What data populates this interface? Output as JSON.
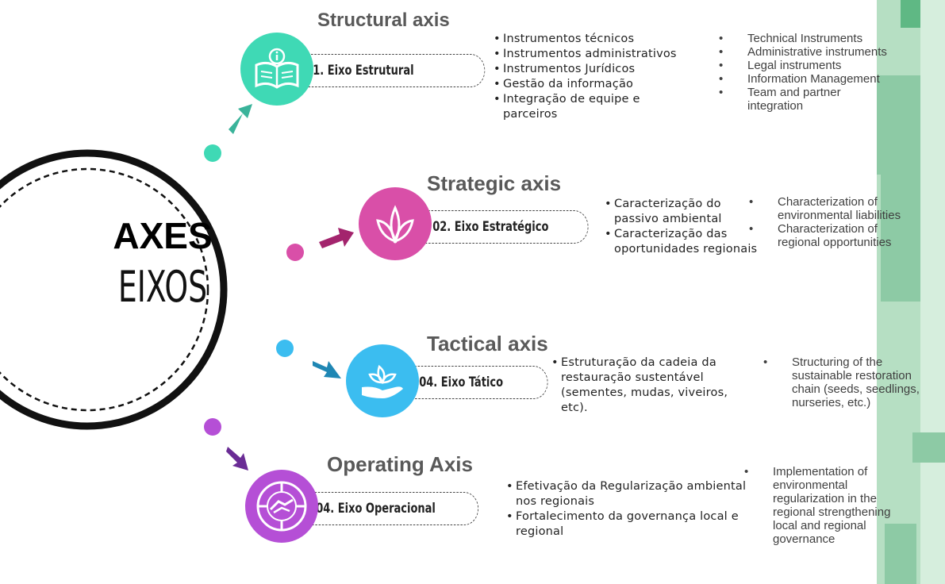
{
  "center": {
    "title_en": "AXES",
    "title_pt": "EIXOS"
  },
  "axes": [
    {
      "title_en": "Structural axis",
      "pill_label": "01. Eixo Estrutural",
      "color": "#3fd9b5",
      "icon": "book-info-icon",
      "items_pt": [
        "Instrumentos técnicos",
        "Instrumentos administrativos",
        "Instrumentos Jurídicos",
        "Gestão da informação",
        "Integração de equipe e parceiros"
      ],
      "items_en": [
        "Technical Instruments",
        "Administrative instruments",
        "Legal instruments",
        "Information Management",
        "Team and partner integration"
      ]
    },
    {
      "title_en": "Strategic axis",
      "pill_label": "02. Eixo Estratégico",
      "color": "#d94fa8",
      "icon": "leaves-icon",
      "items_pt": [
        "Caracterização do passivo ambiental",
        "Caracterização das oportunidades regionais"
      ],
      "items_en": [
        "Characterization of environmental liabilities",
        "Characterization of regional opportunities"
      ]
    },
    {
      "title_en": "Tactical axis",
      "pill_label": "04. Eixo Tático",
      "color": "#3bbdf0",
      "icon": "hand-plant-icon",
      "items_pt": [
        "Estruturação da cadeia da restauração sustentável (sementes, mudas, viveiros, etc)."
      ],
      "items_en": [
        "Structuring of the sustainable restoration chain (seeds, seedlings, nurseries, etc.)"
      ]
    },
    {
      "title_en": "Operating Axis",
      "pill_label": "04. Eixo Operacional",
      "color": "#b54fd6",
      "icon": "handshake-icon",
      "items_pt": [
        "Efetivação da Regularização ambiental nos regionais",
        "Fortalecimento da governança local e regional"
      ],
      "items_en": [
        "Implementation of environmental regularization in the regional strengthening local and regional governance"
      ]
    }
  ],
  "arrow_colors": [
    "#3ab39a",
    "#a3246d",
    "#1f87b4",
    "#6a2c95"
  ],
  "stripe_colors": [
    "#9dd3b2",
    "#6cbf8d",
    "#b8e0c6"
  ]
}
